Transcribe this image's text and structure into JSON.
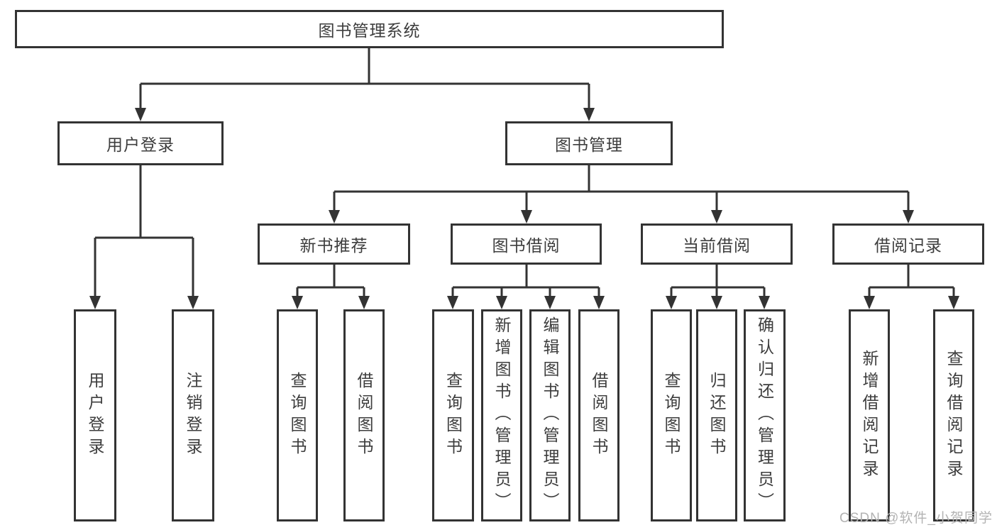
{
  "diagram": {
    "type": "tree",
    "colors": {
      "line": "#333333",
      "box_border": "#333333",
      "text": "#3d3d3d",
      "background": "#ffffff",
      "watermark": "#b3b3b3"
    },
    "nodes": {
      "root": "图书管理系统",
      "user_login": "用户登录",
      "book_mgmt": "图书管理",
      "new_book_rec": "新书推荐",
      "book_borrow": "图书借阅",
      "current_borrow": "当前借阅",
      "borrow_records": "借阅记录",
      "leaf_user_login": "用户登录",
      "leaf_logout": "注销登录",
      "leaf_query_book_rec": "查询图书",
      "leaf_borrow_book_rec": "借阅图书",
      "leaf_query_book_borrow": "查询图书",
      "leaf_add_book_admin": "新增图书（管理员）",
      "leaf_edit_book_admin": "编辑图书（管理员）",
      "leaf_borrow_book_borrow": "借阅图书",
      "leaf_query_book_current": "查询图书",
      "leaf_return_book": "归还图书",
      "leaf_confirm_return_admin": "确认归还（管理员）",
      "leaf_add_borrow_record": "新增借阅记录",
      "leaf_query_borrow_record": "查询借阅记录"
    },
    "edges": [
      [
        "root",
        "user_login"
      ],
      [
        "root",
        "book_mgmt"
      ],
      [
        "user_login",
        "leaf_user_login"
      ],
      [
        "user_login",
        "leaf_logout"
      ],
      [
        "book_mgmt",
        "new_book_rec"
      ],
      [
        "book_mgmt",
        "book_borrow"
      ],
      [
        "book_mgmt",
        "current_borrow"
      ],
      [
        "book_mgmt",
        "borrow_records"
      ],
      [
        "new_book_rec",
        "leaf_query_book_rec"
      ],
      [
        "new_book_rec",
        "leaf_borrow_book_rec"
      ],
      [
        "book_borrow",
        "leaf_query_book_borrow"
      ],
      [
        "book_borrow",
        "leaf_add_book_admin"
      ],
      [
        "book_borrow",
        "leaf_edit_book_admin"
      ],
      [
        "book_borrow",
        "leaf_borrow_book_borrow"
      ],
      [
        "current_borrow",
        "leaf_query_book_current"
      ],
      [
        "current_borrow",
        "leaf_return_book"
      ],
      [
        "current_borrow",
        "leaf_confirm_return_admin"
      ],
      [
        "borrow_records",
        "leaf_add_borrow_record"
      ],
      [
        "borrow_records",
        "leaf_query_borrow_record"
      ]
    ]
  },
  "watermark": "CSDN @软件_小贺同学"
}
